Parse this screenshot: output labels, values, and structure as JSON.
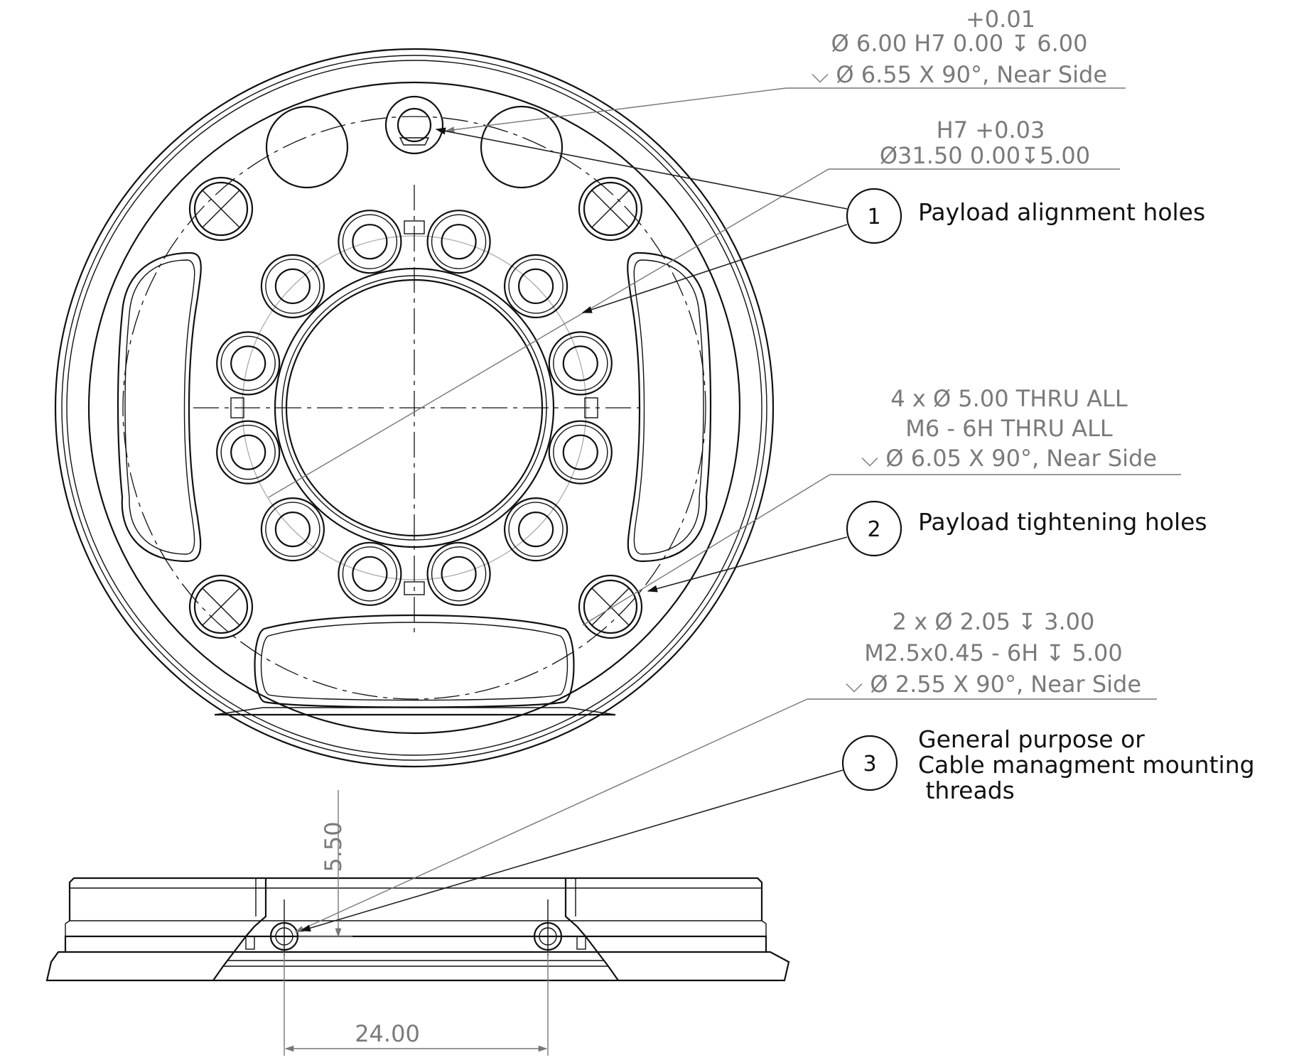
{
  "callouts": [
    {
      "number": "1",
      "label_lines": [
        "Payload alignment holes"
      ],
      "tolerances": [
        [
          "+0.01",
          "Ø 6.00 H7   0.00 ↧ 6.00",
          "⌵  Ø 6.55 X 90°, Near Side"
        ],
        [
          "H7 +0.03",
          "Ø31.50        0.00↧5.00"
        ]
      ]
    },
    {
      "number": "2",
      "label_lines": [
        "Payload tightening holes"
      ],
      "tolerances": [
        [
          "4 x  Ø  5.00 THRU ALL",
          "M6 - 6H  THRU ALL",
          "⌵  Ø  6.05 X 90°, Near Side"
        ]
      ]
    },
    {
      "number": "3",
      "label_lines": [
        "General purpose or",
        "Cable managment mounting",
        " threads"
      ],
      "tolerances": [
        [
          "2 x  Ø  2.05  ↧  3.00",
          "M2.5x0.45 - 6H  ↧  5.00",
          "⌵  Ø  2.55 X 90°, Near Side"
        ]
      ]
    }
  ],
  "dimensions": {
    "vertical": "5.50",
    "horizontal": "24.00"
  }
}
